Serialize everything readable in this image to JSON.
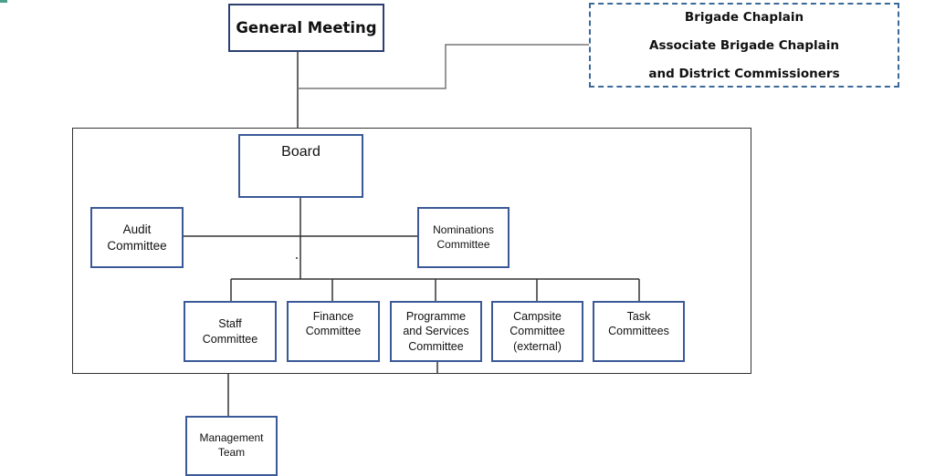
{
  "diagram": {
    "general_meeting": "General Meeting",
    "chaplains": {
      "line1": "Brigade Chaplain",
      "line2": "Associate Brigade Chaplain",
      "line3": "and District Commissioners"
    },
    "board": "Board",
    "audit": "Audit\nCommittee",
    "nominations": "Nominations\nCommittee",
    "staff": "Staff\nCommittee",
    "finance": "Finance\nCommittee",
    "programme": "Programme\nand Services\nCommittee",
    "campsite": "Campsite\nCommittee\n(external)",
    "task": "Task\nCommittees",
    "management": "Management\nTeam"
  },
  "colors": {
    "box_border": "#3b5998",
    "dashed_border": "#3b6a9a",
    "connector": "#333333"
  }
}
